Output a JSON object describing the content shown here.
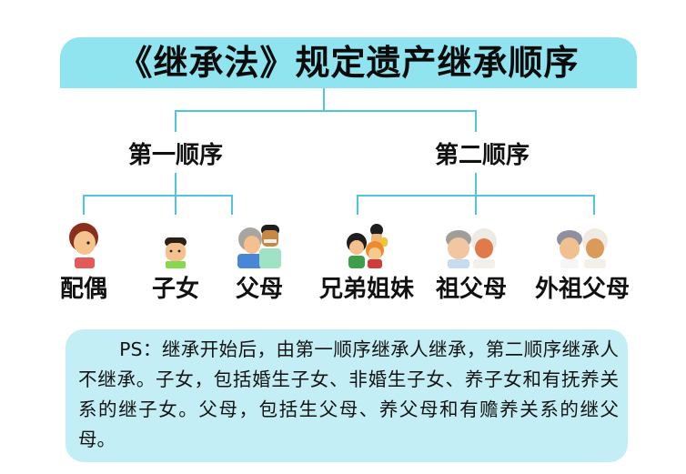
{
  "title": "《继承法》规定遗产继承顺序",
  "colors": {
    "banner": "#8fe4ef",
    "connector": "#4fc6dc",
    "ps_box": "#c3eef5",
    "text": "#111111"
  },
  "groups": [
    {
      "label": "第一顺序",
      "members": [
        {
          "label": "配偶",
          "icon": "spouse-icon"
        },
        {
          "label": "子女",
          "icon": "child-icon"
        },
        {
          "label": "父母",
          "icon": "parents-icon"
        }
      ]
    },
    {
      "label": "第二顺序",
      "members": [
        {
          "label": "兄弟姐妹",
          "icon": "siblings-icon"
        },
        {
          "label": "祖父母",
          "icon": "grandparents-icon"
        },
        {
          "label": "外祖父母",
          "icon": "maternal-grandparents-icon"
        }
      ]
    }
  ],
  "note": "PS：继承开始后，由第一顺序继承人继承，第二顺序继承人不继承。子女，包括婚生子女、非婚生子女、养子女和有抚养关系的继子女。父母，包括生父母、养父母和有赡养关系的继父母。"
}
